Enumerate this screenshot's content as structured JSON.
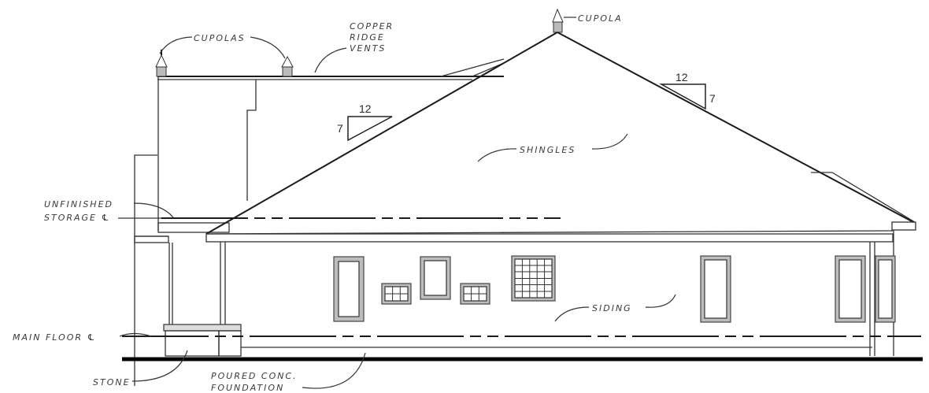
{
  "drawing": {
    "type": "side elevation",
    "labels": {
      "cupolas": "CUPOLAS",
      "cupola": "CUPOLA",
      "copper_ridge_vents": [
        "COPPER",
        "RIDGE",
        "VENTS"
      ],
      "unfinished_storage": [
        "UNFINISHED",
        "STORAGE ℄"
      ],
      "shingles": "SHINGLES",
      "siding": "SIDING",
      "main_floor": "MAIN FLOOR ℄",
      "stone": "STONE",
      "foundation": [
        "POURED CONC.",
        "FOUNDATION"
      ]
    },
    "roof_pitches": [
      {
        "run": "12",
        "rise": "7",
        "position": "left-slope"
      },
      {
        "run": "12",
        "rise": "7",
        "position": "right-slope"
      }
    ],
    "colors": {
      "line": "#1a1a1a",
      "window_frame": "#bdbdbd",
      "background": "#ffffff"
    }
  }
}
